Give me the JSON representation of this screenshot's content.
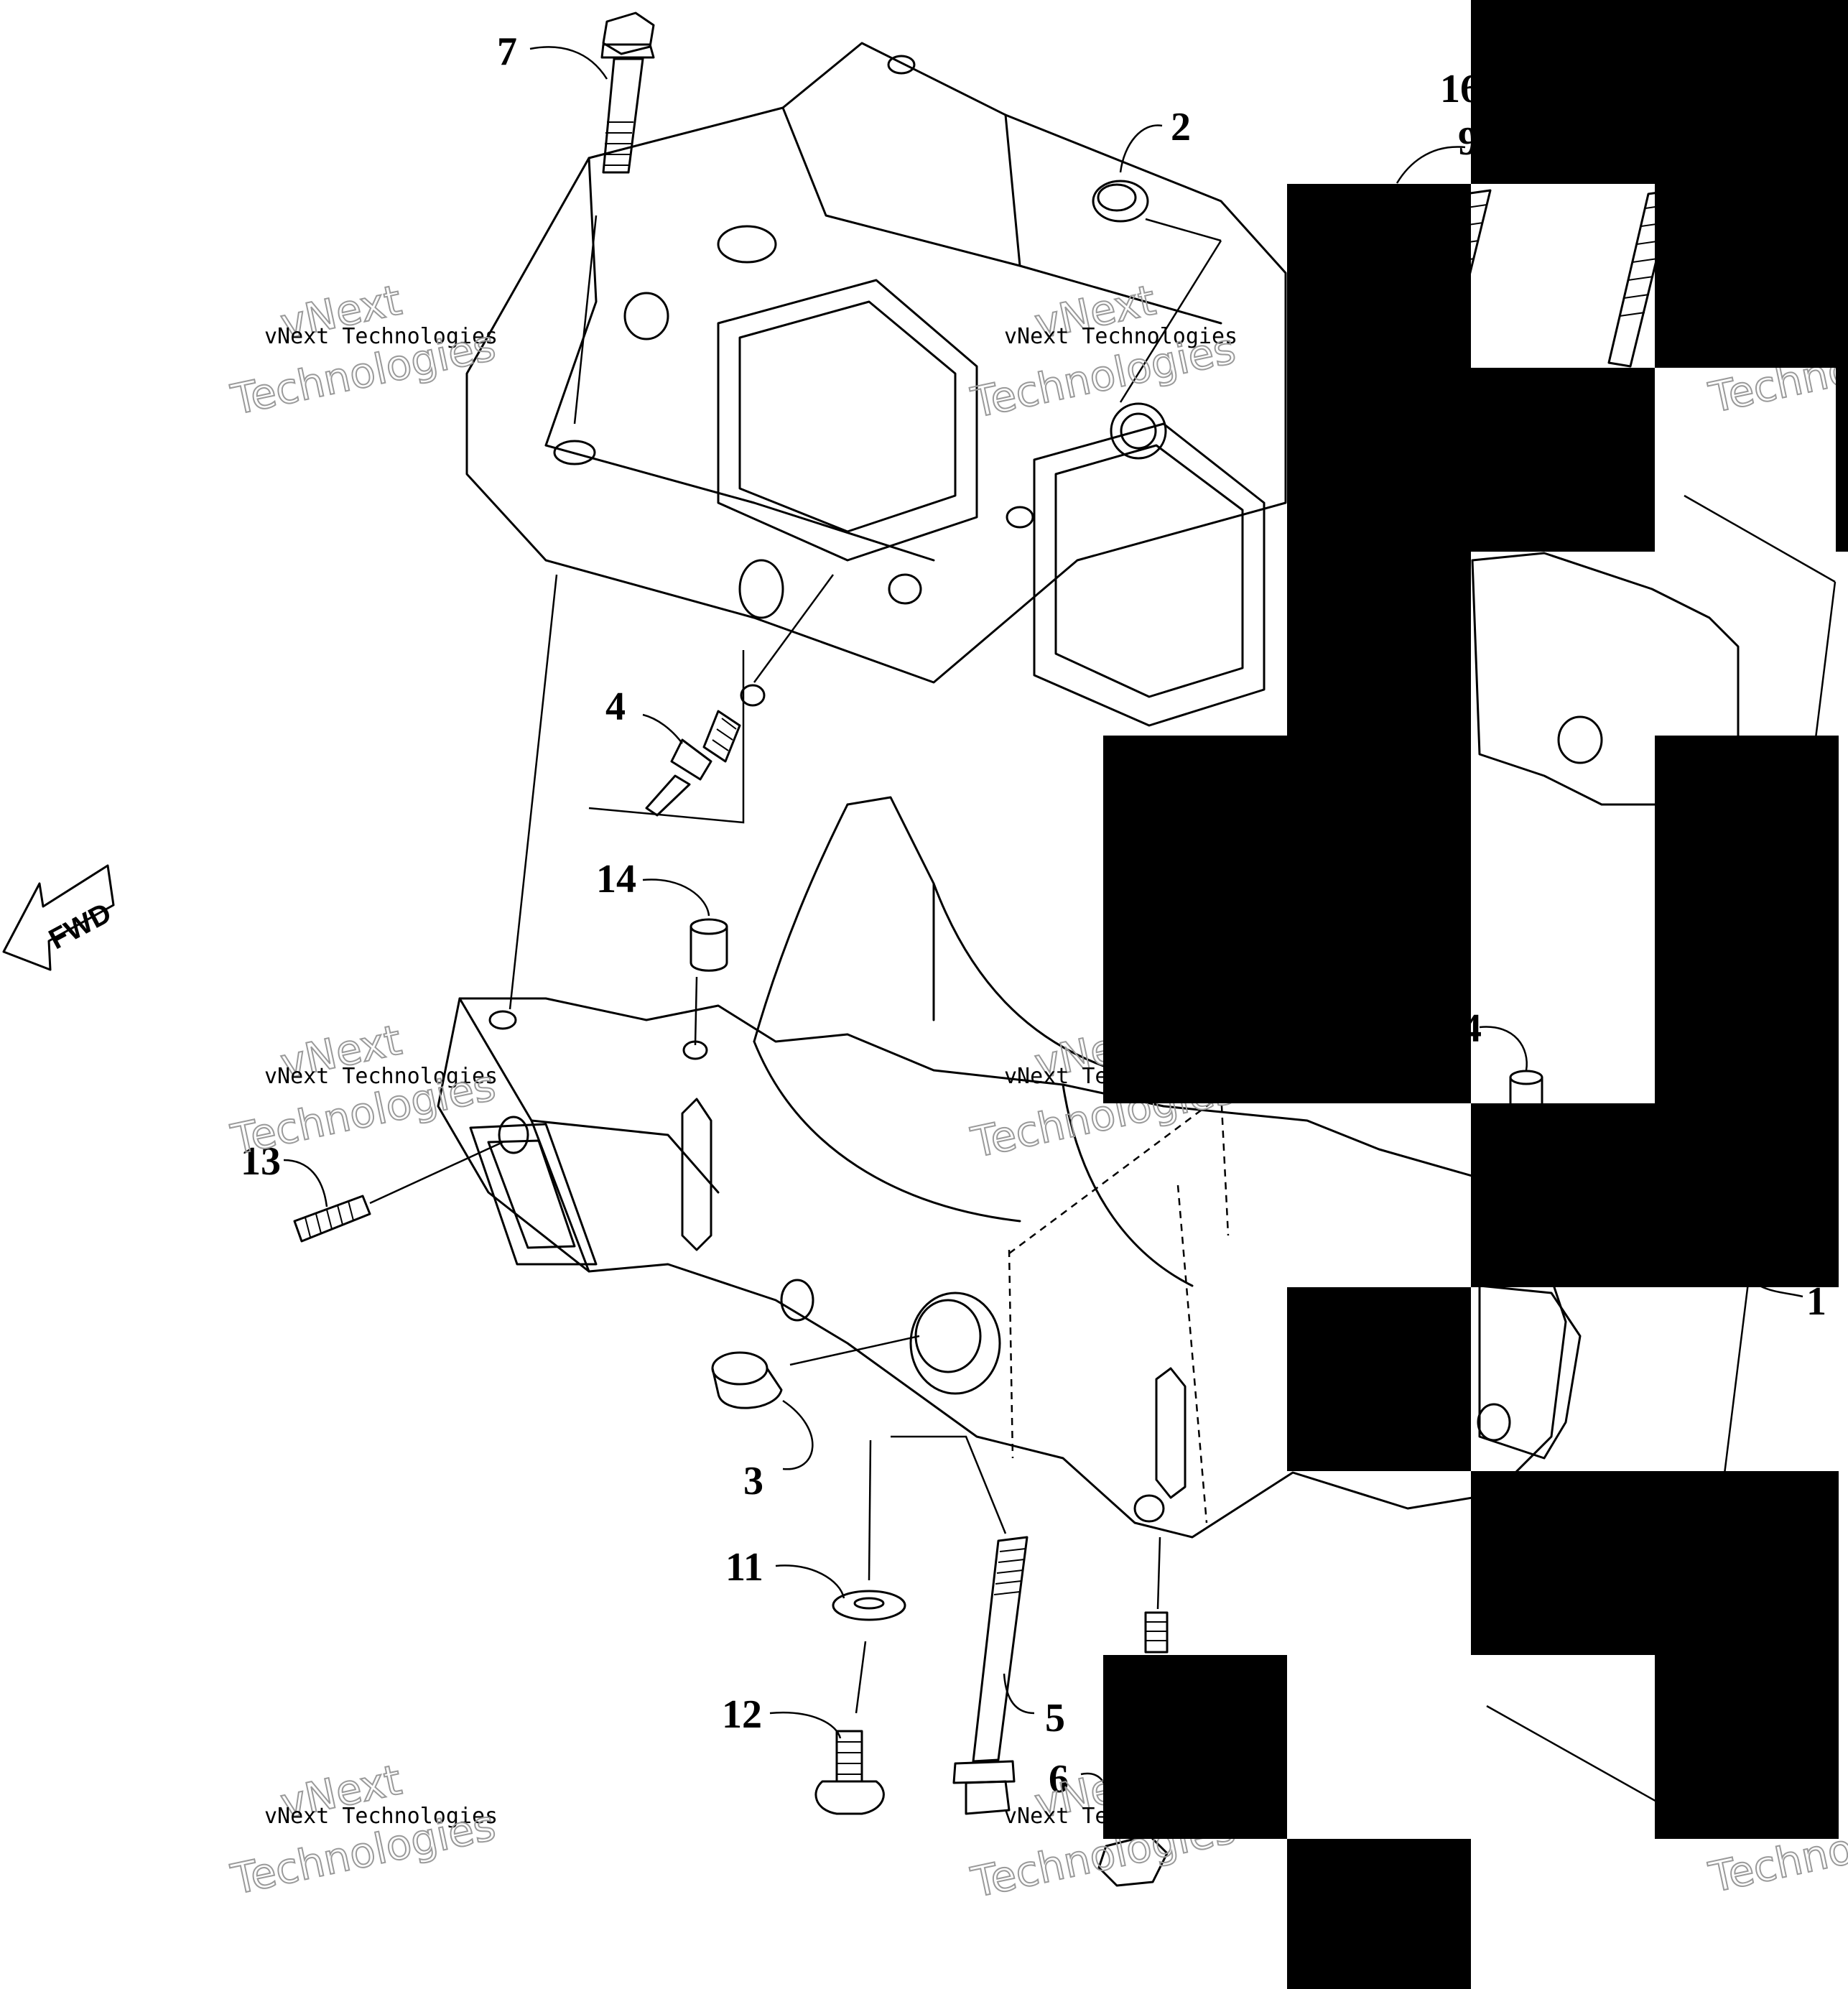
{
  "diagram": {
    "callouts": [
      "7",
      "2",
      "16",
      "9",
      "4",
      "14",
      "13",
      "3",
      "11",
      "12",
      "5",
      "6",
      "1"
    ],
    "direction_label": "FWD",
    "watermark_small": "vNext Technologies",
    "watermark_top": "vNext",
    "watermark_bottom": "Technologies"
  },
  "colors": {
    "line": "#000000",
    "background": "#ffffff",
    "watermark_outline": "#9a9a9a"
  }
}
